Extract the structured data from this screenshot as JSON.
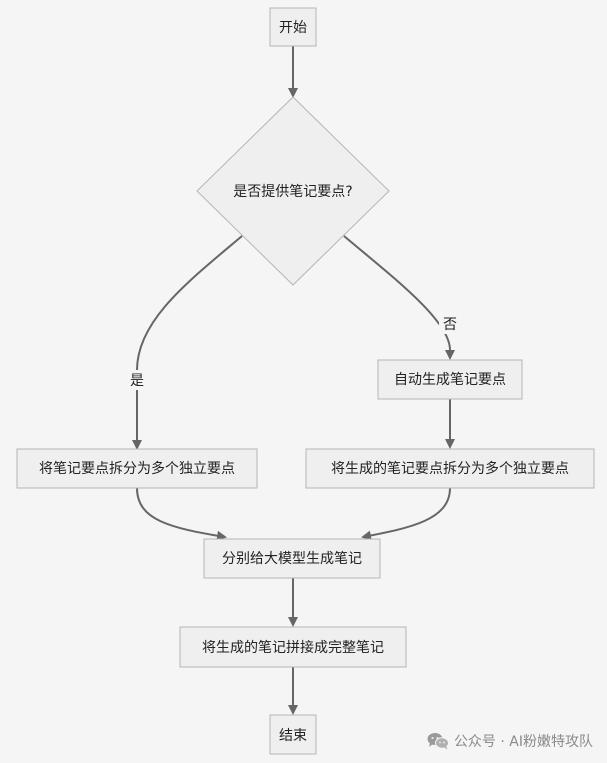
{
  "nodes": {
    "start": "开始",
    "decision": "是否提供笔记要点?",
    "auto_generate": "自动生成笔记要点",
    "split_left": "将笔记要点拆分为多个独立要点",
    "split_right": "将生成的笔记要点拆分为多个独立要点",
    "model_generate": "分别给大模型生成笔记",
    "merge": "将生成的笔记拼接成完整笔记",
    "end": "结束"
  },
  "edges": {
    "yes_label": "是",
    "no_label": "否"
  },
  "colors": {
    "background": "#f5f5f5",
    "node_fill": "#efefef",
    "node_border": "#b5b5b5",
    "edge": "#666666"
  },
  "watermark": {
    "text": "公众号 · AI粉嫩特攻队",
    "icon": "wechat-icon"
  }
}
